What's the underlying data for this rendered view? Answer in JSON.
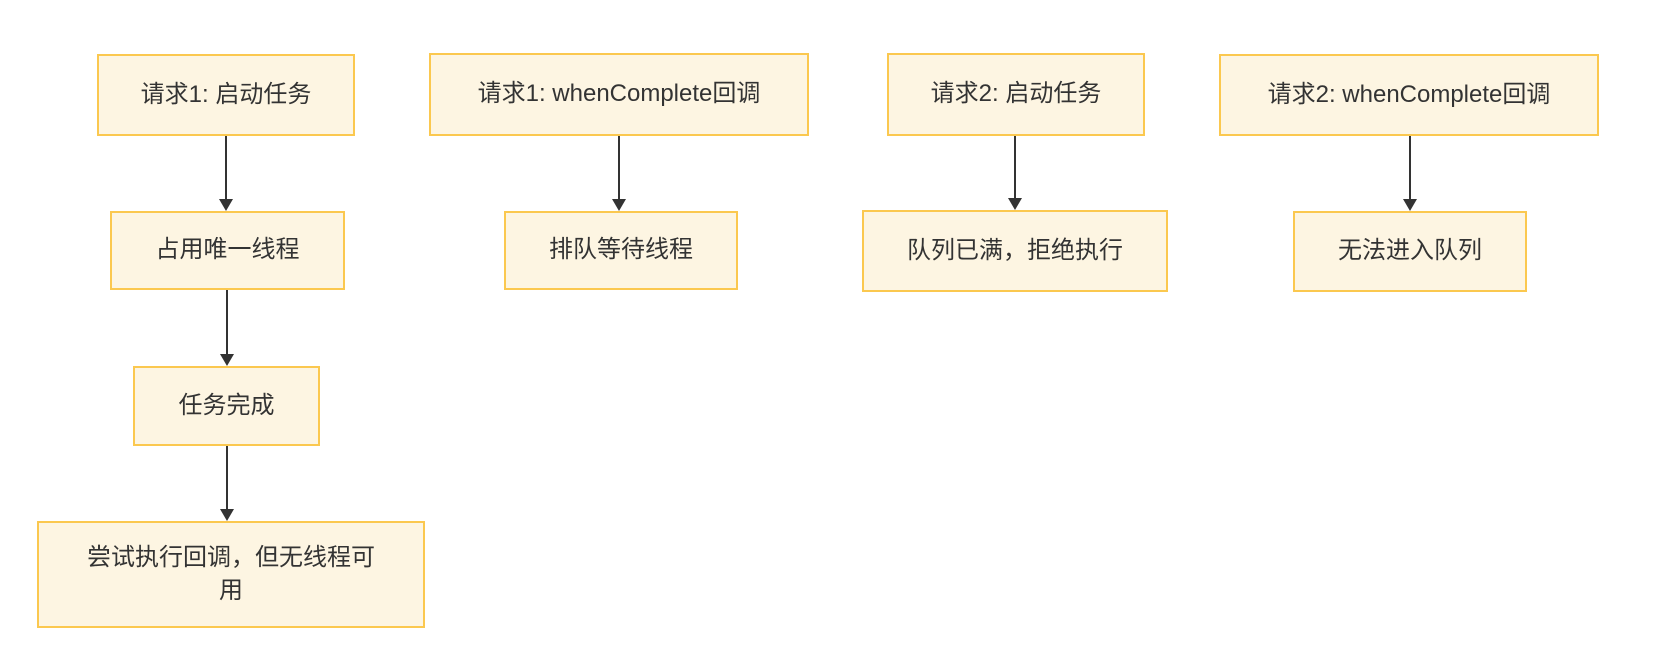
{
  "diagram": {
    "type": "flowchart",
    "colors": {
      "background": "#FFFFFF",
      "node_fill": "#FDF5E2",
      "node_border": "#FBC84F",
      "text": "#333333",
      "arrow": "#333333"
    },
    "nodes": [
      {
        "id": "req1-start-task",
        "label": "请求1: 启动任务"
      },
      {
        "id": "req1-occupy-only-thread",
        "label": "占用唯一线程"
      },
      {
        "id": "req1-task-done",
        "label": "任务完成"
      },
      {
        "id": "req1-try-callback-no-thread",
        "label": "尝试执行回调，但无线程可用"
      },
      {
        "id": "req1-whencomplete-callback",
        "label": "请求1: whenComplete回调"
      },
      {
        "id": "req1-queue-wait-thread",
        "label": "排队等待线程"
      },
      {
        "id": "req2-start-task",
        "label": "请求2: 启动任务"
      },
      {
        "id": "req2-queue-full-reject",
        "label": "队列已满，拒绝执行"
      },
      {
        "id": "req2-whencomplete-callback",
        "label": "请求2: whenComplete回调"
      },
      {
        "id": "req2-cannot-enter-queue",
        "label": "无法进入队列"
      }
    ],
    "edges": [
      {
        "from": "req1-start-task",
        "to": "req1-occupy-only-thread"
      },
      {
        "from": "req1-occupy-only-thread",
        "to": "req1-task-done"
      },
      {
        "from": "req1-task-done",
        "to": "req1-try-callback-no-thread"
      },
      {
        "from": "req1-whencomplete-callback",
        "to": "req1-queue-wait-thread"
      },
      {
        "from": "req2-start-task",
        "to": "req2-queue-full-reject"
      },
      {
        "from": "req2-whencomplete-callback",
        "to": "req2-cannot-enter-queue"
      }
    ]
  }
}
